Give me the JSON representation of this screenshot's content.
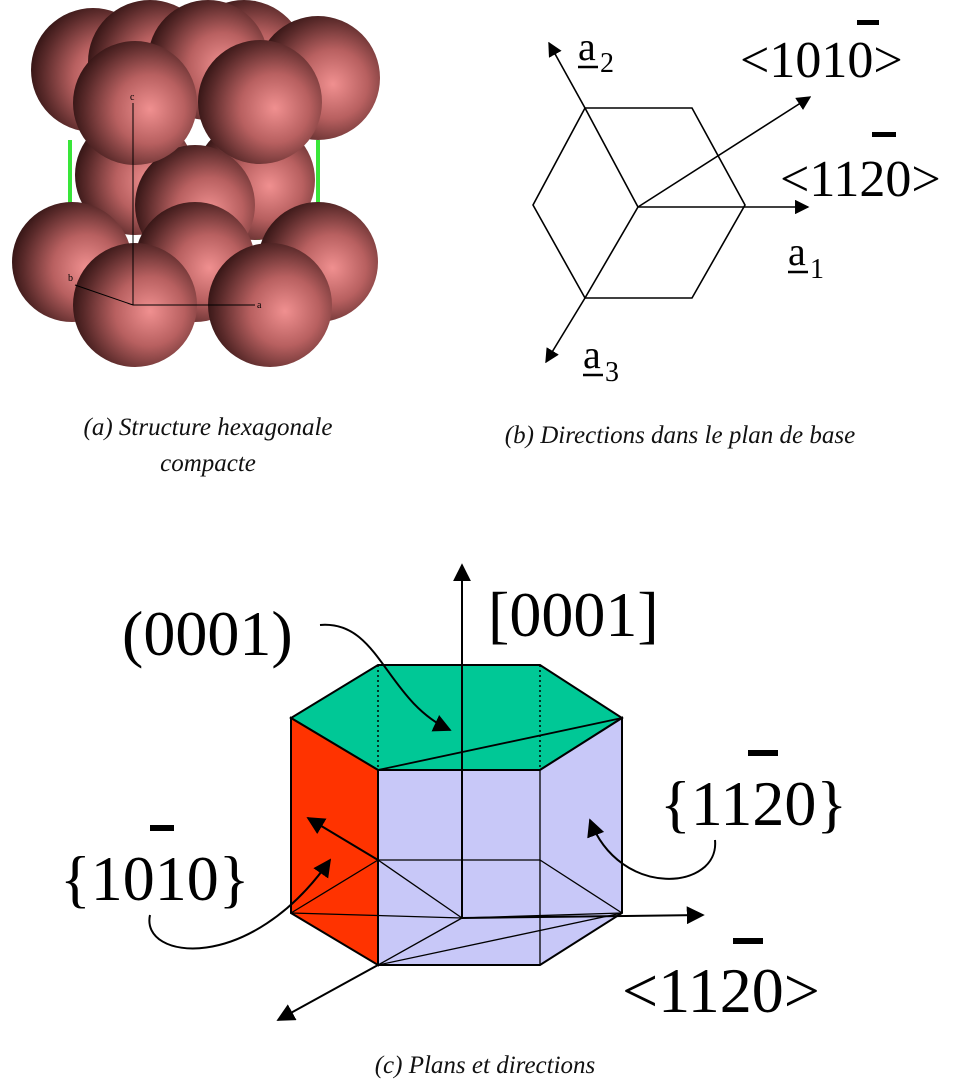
{
  "panel_a": {
    "caption_line1": "(a) Structure hexagonale",
    "caption_line2": "compacte",
    "axis_c": "c",
    "axis_b": "b",
    "axis_a": "a"
  },
  "panel_b": {
    "caption": "(b) Directions dans le plan de base",
    "label_a1_base": "a",
    "label_a1_sub": "1",
    "label_a2_base": "a",
    "label_a2_sub": "2",
    "label_a3_base": "a",
    "label_a3_sub": "3",
    "dir_1010_pre": "<10",
    "dir_1010_bar": "1",
    "dir_1010_post": "0>",
    "dir_1120_pre": "<11",
    "dir_1120_bar": "2",
    "dir_1120_post": "0>"
  },
  "panel_c": {
    "caption": "(c) Plans et directions",
    "plane_0001": "(0001)",
    "dir_0001": "[0001]",
    "plane_1120_pre": "{11",
    "plane_1120_bar": "2",
    "plane_1120_post": "0}",
    "plane_1010_pre": "{10",
    "plane_1010_bar": "1",
    "plane_1010_post": "0}",
    "dir_1120_pre": "<11",
    "dir_1120_bar": "2",
    "dir_1120_post": "0>"
  },
  "colors": {
    "atom": "#c86a6a",
    "bond": "#39e639",
    "top_face": "#00c896",
    "left_face": "#ff3300",
    "front_face": "#c8c8f8"
  }
}
